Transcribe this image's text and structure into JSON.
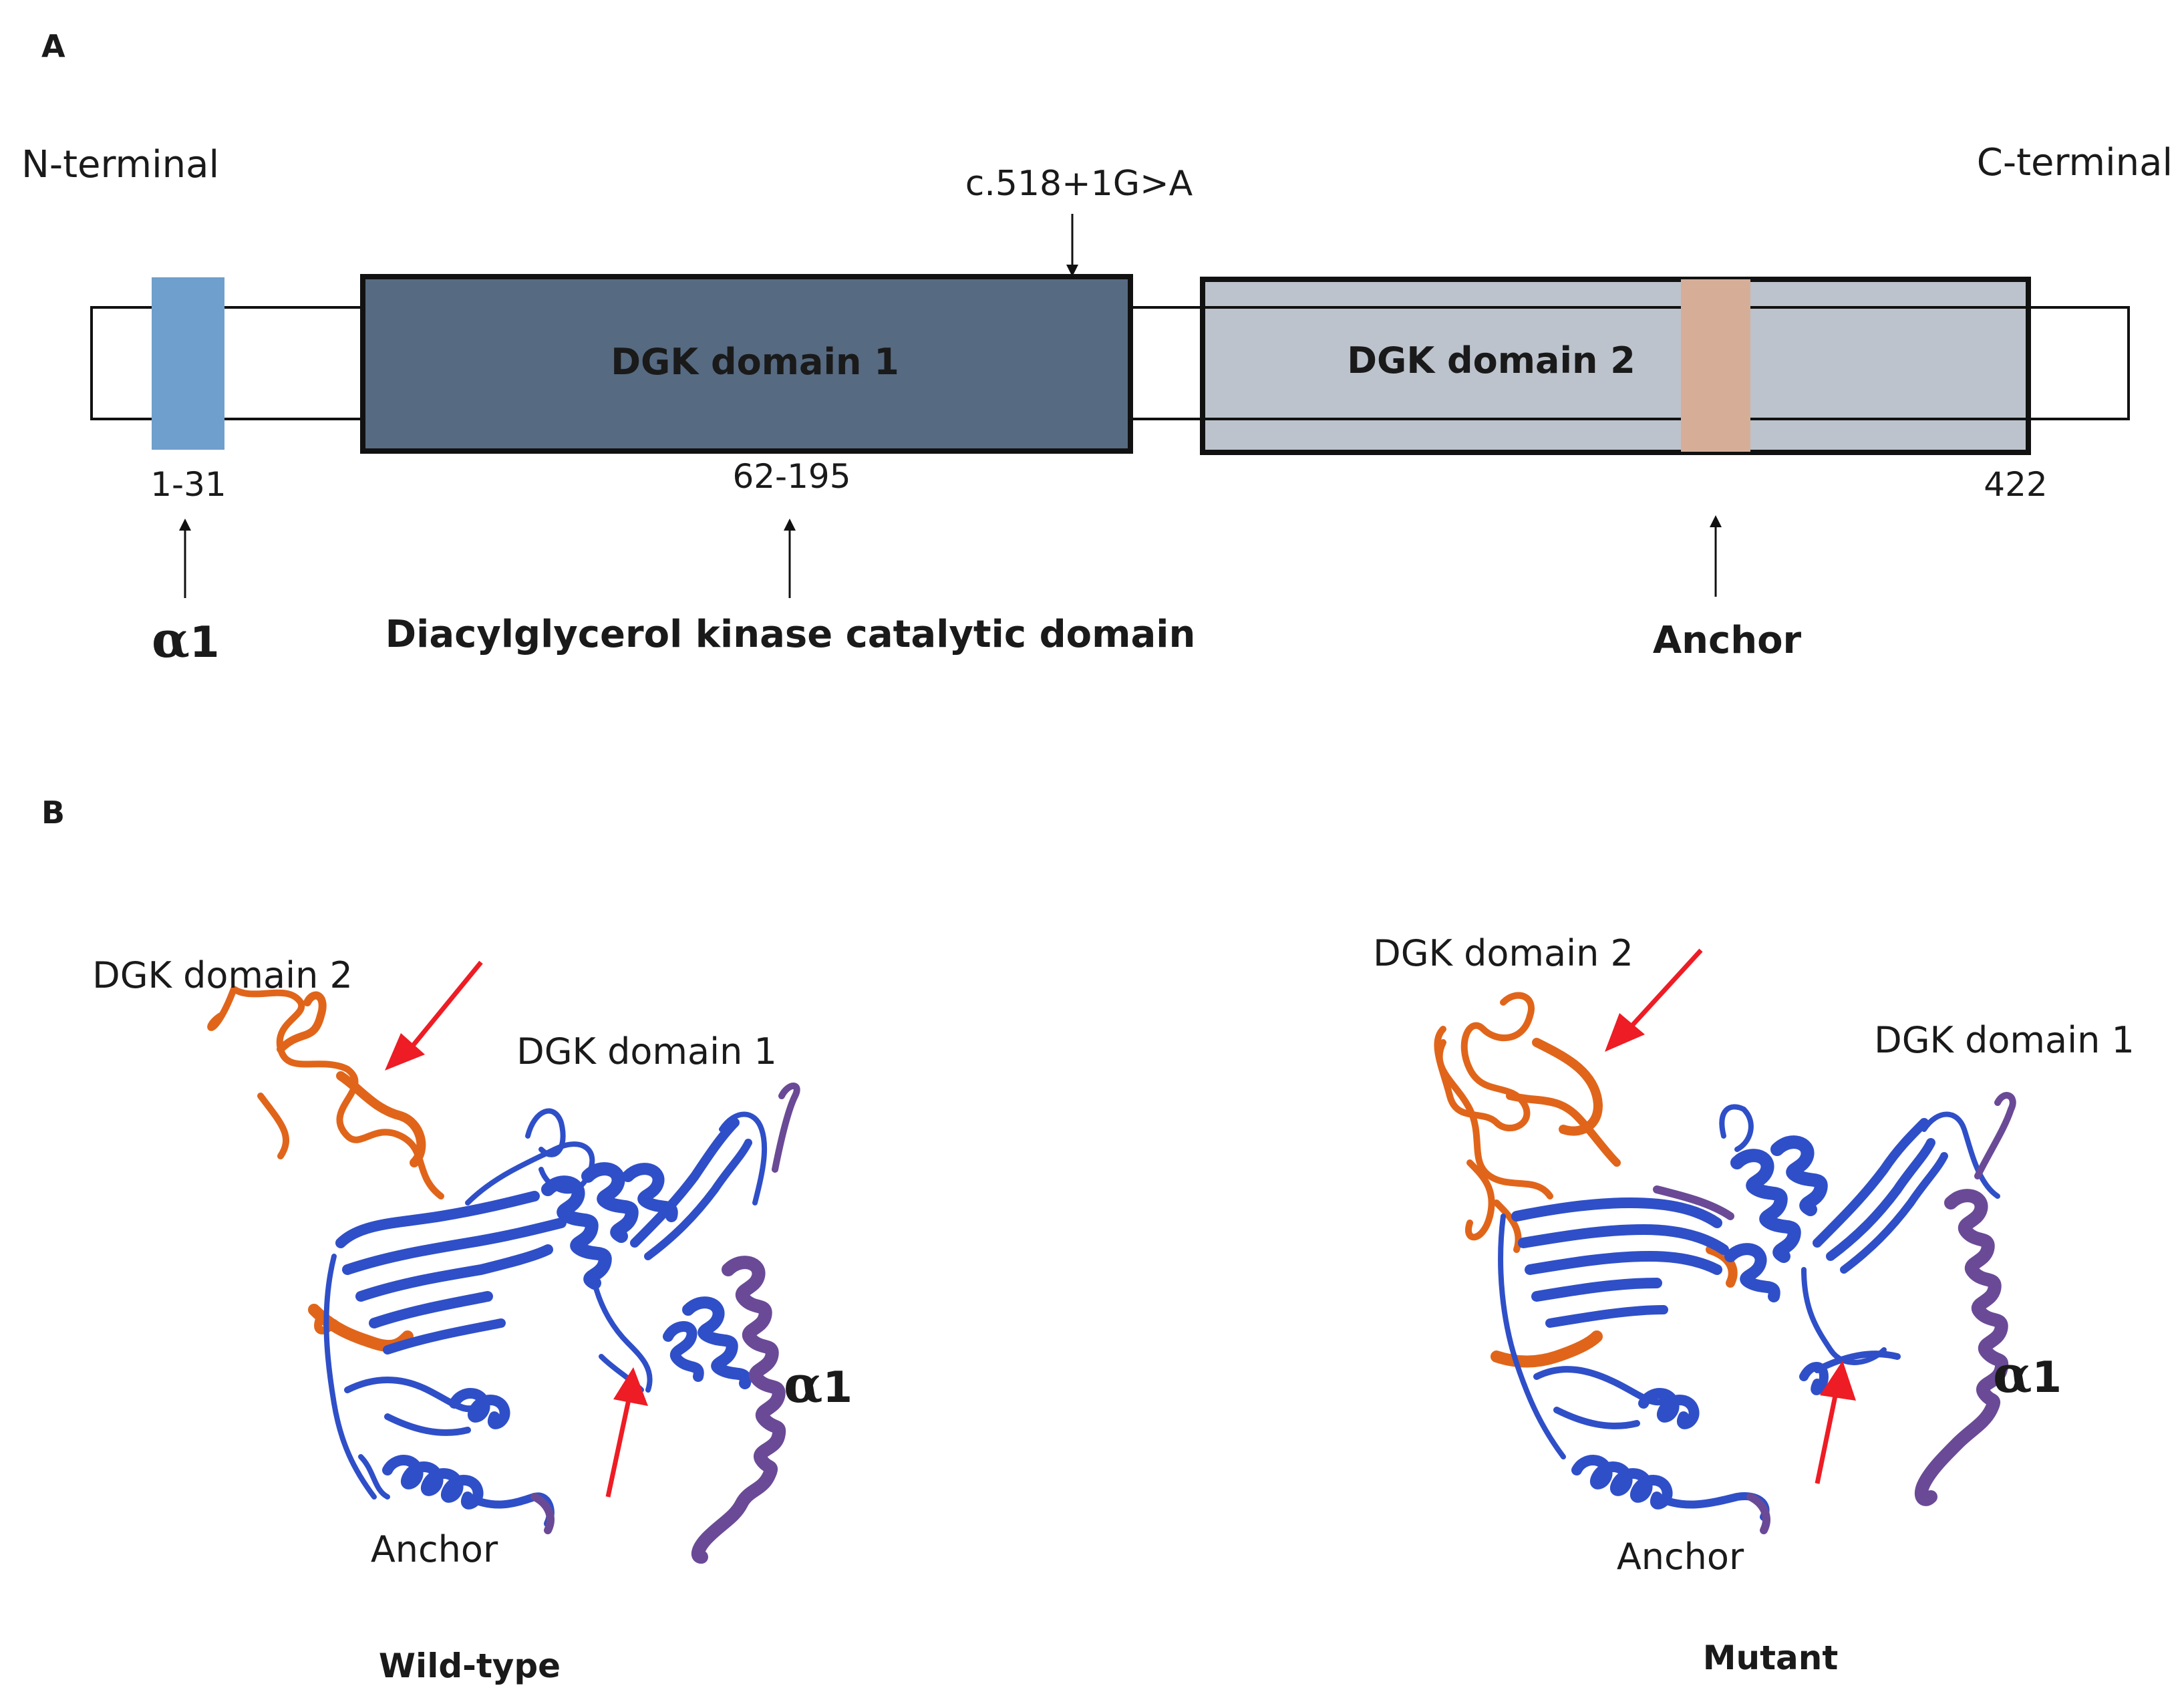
{
  "panel_a": {
    "label": "A",
    "n_terminal": "N-terminal",
    "c_terminal": "C-terminal",
    "mutation": "c.518+1G>A",
    "domain1_name": "DGK domain 1",
    "domain2_name": "DGK domain 2",
    "range_alpha": "1-31",
    "range_domain1": "62-195",
    "range_end": "422",
    "annotation_alpha_greek": "α",
    "annotation_alpha_num": "1",
    "annotation_catalytic": "Diacylglycerol kinase catalytic domain",
    "annotation_anchor": "Anchor",
    "colors": {
      "alpha_helix": "#6f9fcc",
      "domain1": "#566a82",
      "domain2": "#bcc3cc",
      "anchor": "#d6ae98"
    }
  },
  "panel_b": {
    "label": "B",
    "wildtype": {
      "domain2_label": "DGK domain 2",
      "domain1_label": "DGK domain 1",
      "alpha_greek": "α",
      "alpha_num": "1",
      "anchor_label": "Anchor",
      "caption": "Wild-type"
    },
    "mutant": {
      "domain2_label": "DGK domain 2",
      "domain1_label": "DGK domain 1",
      "alpha_greek": "α",
      "alpha_num": "1",
      "anchor_label": "Anchor",
      "caption": "Mutant"
    },
    "colors": {
      "ribbon_blue": "#2f4fc8",
      "ribbon_orange": "#e0651a",
      "ribbon_purple": "#6a4a96",
      "arrow_red": "#ee1c24"
    }
  }
}
